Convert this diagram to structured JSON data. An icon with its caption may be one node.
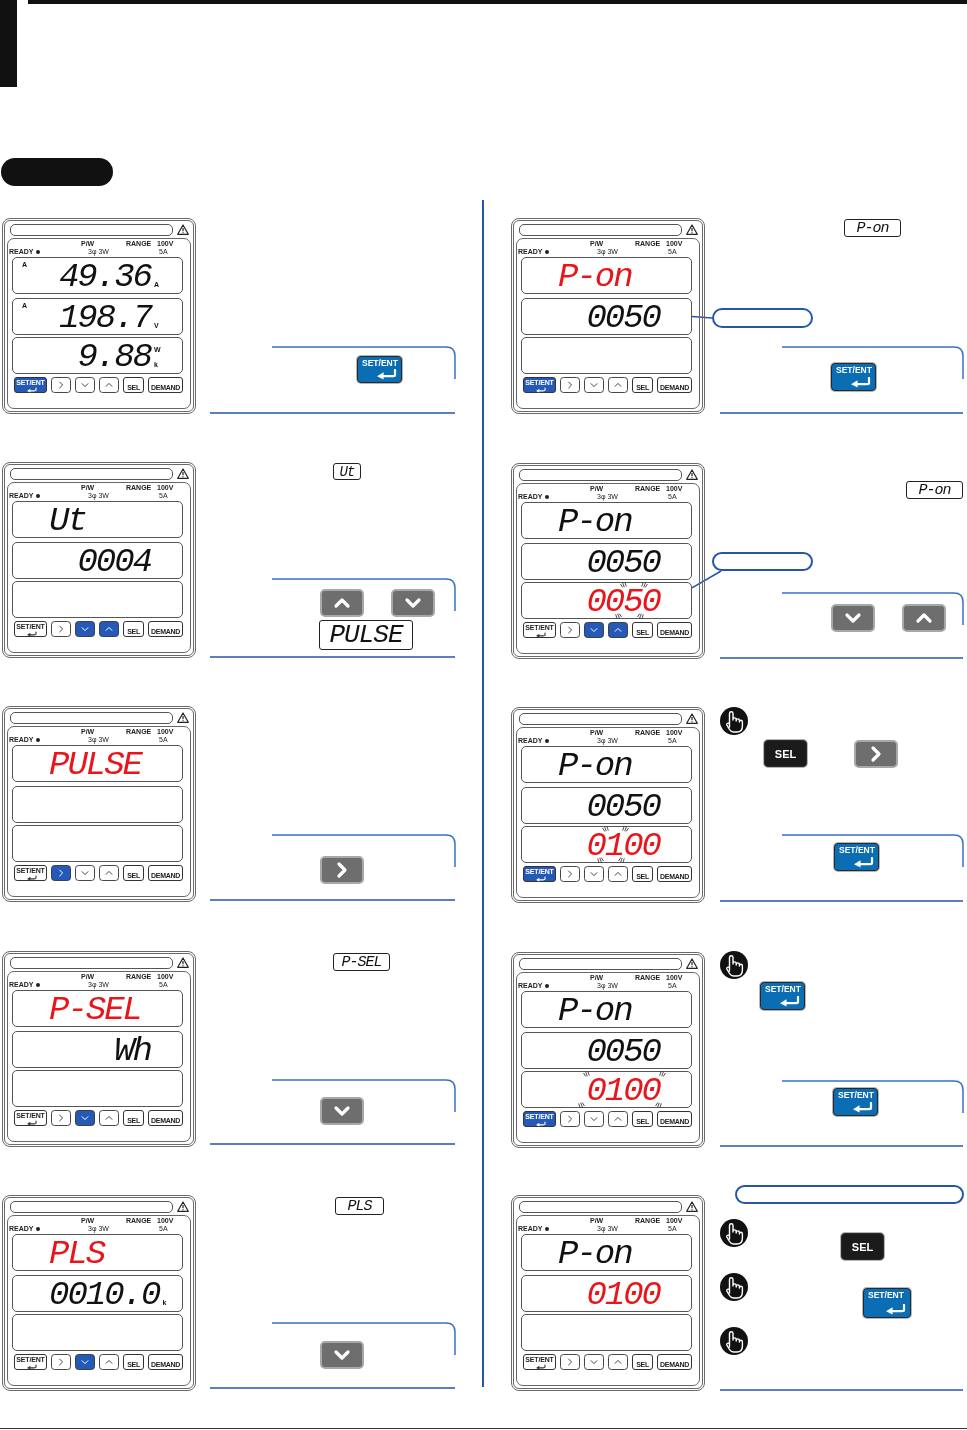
{
  "diagram": {
    "nodes": [
      {
        "text": [],
        "shape": "box"
      },
      {
        "text": [
          "P/W",
          "RANGE",
          "100V",
          "READY",
          "3φ 3W",
          "5A",
          "SET/ENT",
          "SEL",
          "DEMAND"
        ]
      },
      {
        "text": [
          "A",
          "49.36",
          "A"
        ],
        "in": 1
      },
      {
        "text": [
          "A",
          "198.7",
          "V"
        ],
        "in": 1
      },
      {
        "text": [
          "9.88",
          "W",
          "k"
        ],
        "in": 1
      },
      {
        "text": [
          "SET/ENT"
        ]
      },
      {
        "text": [
          "P/W",
          "RANGE",
          "100V",
          "READY",
          "3φ 3W",
          "5A",
          "SET/ENT",
          "SEL",
          "DEMAND"
        ]
      },
      {
        "text": [
          "Ut"
        ],
        "in": 6
      },
      {
        "text": [
          "0004"
        ],
        "in": 6
      },
      {
        "text": [],
        "shape": "box",
        "in": 6
      },
      {
        "text": [
          "Ut"
        ]
      },
      {
        "text": [
          "PULSE"
        ]
      },
      {
        "text": [
          "P/W",
          "RANGE",
          "100V",
          "READY",
          "3φ 3W",
          "5A",
          "SET/ENT",
          "SEL",
          "DEMAND"
        ]
      },
      {
        "text": [
          "PULSE"
        ],
        "in": 12
      },
      {
        "text": [],
        "shape": "box",
        "in": 12
      },
      {
        "text": [],
        "shape": "box",
        "in": 12
      },
      {
        "text": [
          "P/W",
          "RANGE",
          "100V",
          "READY",
          "3φ 3W",
          "5A",
          "SET/ENT",
          "SEL",
          "DEMAND"
        ]
      },
      {
        "text": [
          "P-SEL"
        ],
        "in": 16
      },
      {
        "text": [
          "Wh"
        ],
        "in": 16
      },
      {
        "text": [],
        "shape": "box",
        "in": 16
      },
      {
        "text": [
          "P-SEL"
        ]
      },
      {
        "text": [
          "P/W",
          "RANGE",
          "100V",
          "READY",
          "3φ 3W",
          "5A",
          "SET/ENT",
          "SEL",
          "DEMAND"
        ]
      },
      {
        "text": [
          "PLS"
        ],
        "in": 21
      },
      {
        "text": [
          "0010.0",
          "k"
        ],
        "in": 21
      },
      {
        "text": [],
        "shape": "box",
        "in": 21
      },
      {
        "text": [
          "PLS"
        ]
      },
      {
        "text": [
          "P/W",
          "RANGE",
          "100V",
          "READY",
          "3φ 3W",
          "5A",
          "SET/ENT",
          "SEL",
          "DEMAND"
        ]
      },
      {
        "text": [
          "P-on"
        ],
        "in": 26
      },
      {
        "text": [
          "0050"
        ],
        "in": 26
      },
      {
        "text": [],
        "shape": "box",
        "in": 26
      },
      {
        "text": [
          "P-on"
        ]
      },
      {
        "text": [],
        "shape": "box"
      },
      {
        "text": [
          "SET/ENT"
        ]
      },
      {
        "text": [
          "P/W",
          "RANGE",
          "100V",
          "READY",
          "3φ 3W",
          "5A",
          "SET/ENT",
          "SEL",
          "DEMAND"
        ]
      },
      {
        "text": [
          "P-on"
        ],
        "in": 33
      },
      {
        "text": [
          "0050"
        ],
        "in": 33
      },
      {
        "text": [
          "0050"
        ],
        "in": 33
      },
      {
        "text": [
          "P-on"
        ]
      },
      {
        "text": [],
        "shape": "box"
      },
      {
        "text": [
          "P/W",
          "RANGE",
          "100V",
          "READY",
          "3φ 3W",
          "5A",
          "SET/ENT",
          "SEL",
          "DEMAND"
        ]
      },
      {
        "text": [
          "P-on"
        ],
        "in": 39
      },
      {
        "text": [
          "0050"
        ],
        "in": 39
      },
      {
        "text": [
          "0100"
        ],
        "in": 39
      },
      {
        "text": [
          "SEL"
        ]
      },
      {
        "text": [
          "SET/ENT"
        ]
      },
      {
        "text": [
          "P/W",
          "RANGE",
          "100V",
          "READY",
          "3φ 3W",
          "5A",
          "SET/ENT",
          "SEL",
          "DEMAND"
        ]
      },
      {
        "text": [
          "P-on"
        ],
        "in": 45
      },
      {
        "text": [
          "0050"
        ],
        "in": 45
      },
      {
        "text": [
          "0100"
        ],
        "in": 45
      },
      {
        "text": [
          "SET/ENT"
        ]
      },
      {
        "text": [
          "SET/ENT"
        ]
      },
      {
        "text": [
          "P/W",
          "RANGE",
          "100V",
          "READY",
          "3φ 3W",
          "5A",
          "SET/ENT",
          "SEL",
          "DEMAND"
        ]
      },
      {
        "text": [
          "P-on"
        ],
        "in": 51
      },
      {
        "text": [
          "0100"
        ],
        "in": 51
      },
      {
        "text": [],
        "shape": "box",
        "in": 51
      },
      {
        "text": [],
        "shape": "box"
      },
      {
        "text": [
          "SEL"
        ]
      },
      {
        "text": [
          "SET/ENT"
        ]
      }
    ],
    "edges": [
      {
        "from": 31,
        "to": 28,
        "arrow": "none"
      },
      {
        "from": 38,
        "to": 36,
        "arrow": "none"
      }
    ]
  }
}
